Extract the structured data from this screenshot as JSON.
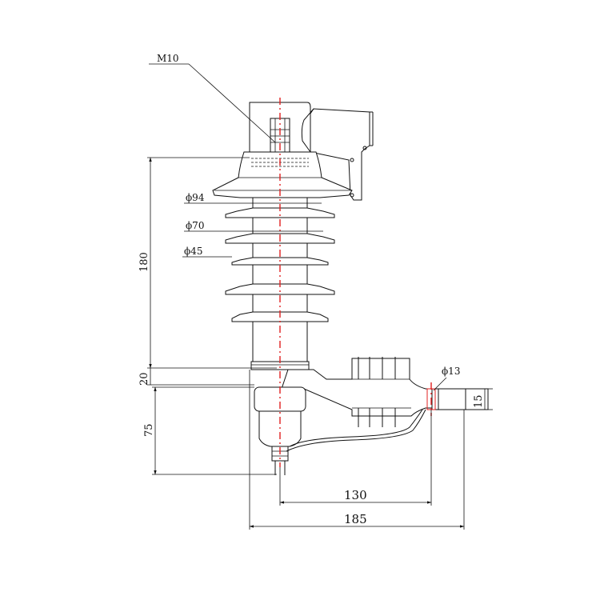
{
  "diagram": {
    "labels": {
      "thread": "M10",
      "dia_shed_top": "ϕ94",
      "dia_shed_large": "ϕ70",
      "dia_shed_small": "ϕ45",
      "dia_hole": "ϕ13"
    },
    "dimensions": {
      "height_main": "180",
      "height_flange": "20",
      "height_base": "75",
      "width_bracket": "15",
      "horiz_hole": "130",
      "horiz_total": "185"
    },
    "colors": {
      "centerline": "#e02020",
      "lines": "#111111"
    }
  }
}
